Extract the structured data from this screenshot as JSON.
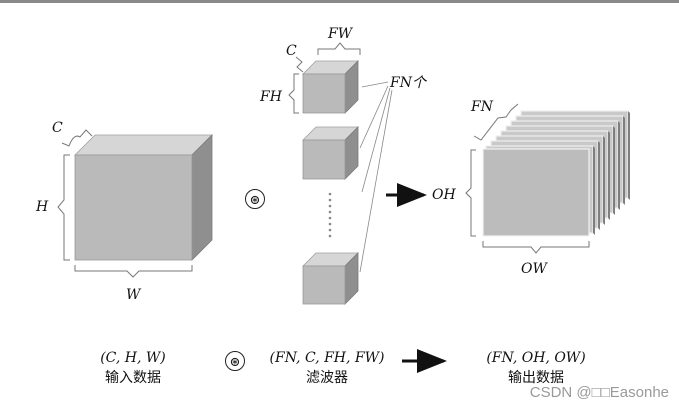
{
  "labels": {
    "input_c": "C",
    "input_h": "H",
    "input_w": "W",
    "filter_c": "C",
    "filter_fw": "FW",
    "filter_fh": "FH",
    "filter_count": "FN个",
    "output_fn": "FN",
    "output_oh": "OH",
    "output_ow": "OW",
    "conv_symbol": "⊛"
  },
  "captions": {
    "input_shape": "(C, H, W)",
    "input_name": "输入数据",
    "filter_shape": "(FN, C, FH, FW)",
    "filter_name": "滤波器",
    "output_shape": "(FN, OH, OW)",
    "output_name": "输出数据"
  },
  "watermark": "CSDN @□□Easonhe",
  "colors": {
    "front": "#b9b9b9",
    "top": "#d6d6d6",
    "side": "#8f8f8f",
    "bracket": "#777777"
  }
}
